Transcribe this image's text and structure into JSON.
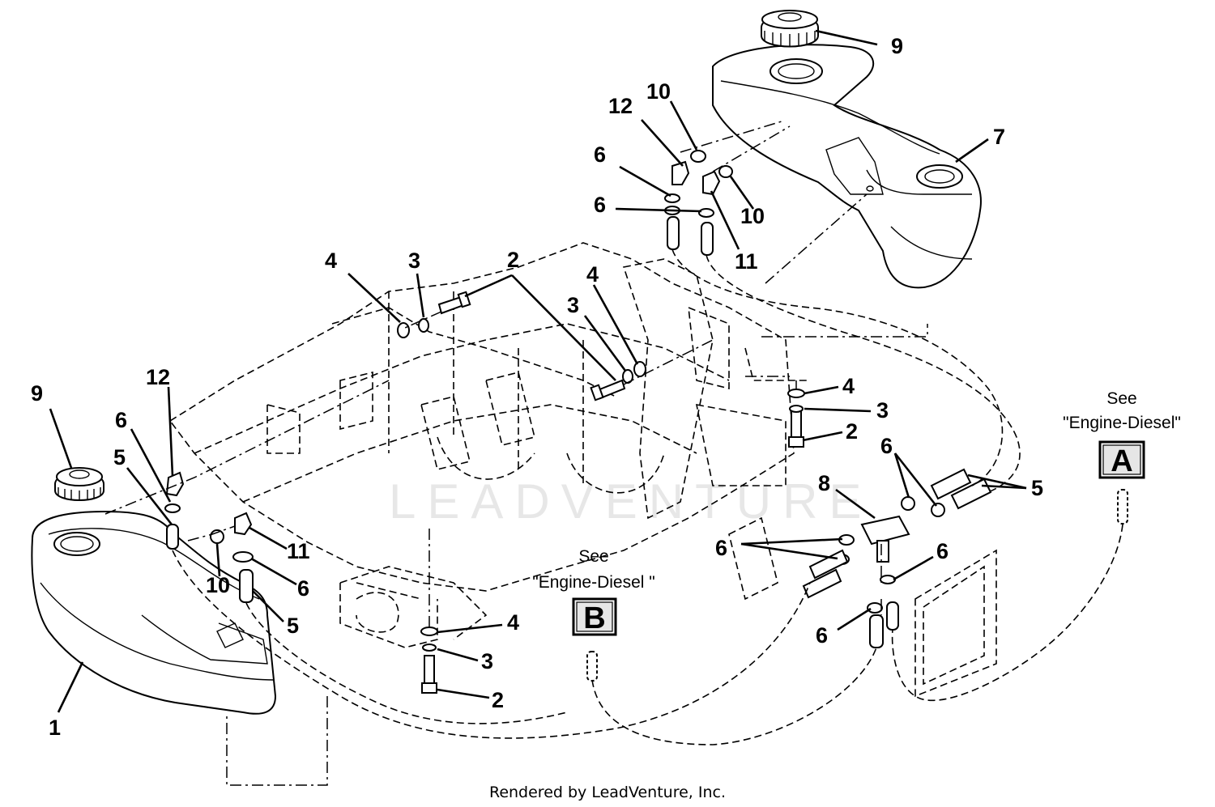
{
  "callouts": {
    "c1": "1",
    "c2a": "2",
    "c2b": "2",
    "c2c": "2",
    "c3a": "3",
    "c3b": "3",
    "c3c": "3",
    "c3d": "3",
    "c4a": "4",
    "c4b": "4",
    "c4c": "4",
    "c4d": "4",
    "c5a": "5",
    "c5b": "5",
    "c5c": "5",
    "c6a": "6",
    "c6b": "6",
    "c6c": "6",
    "c6d": "6",
    "c6e": "6",
    "c6f": "6",
    "c6g": "6",
    "c6h": "6",
    "c7": "7",
    "c8": "8",
    "c9a": "9",
    "c9b": "9",
    "c10a": "10",
    "c10b": "10",
    "c10c": "10",
    "c11a": "11",
    "c11b": "11",
    "c12a": "12",
    "c12b": "12"
  },
  "references": {
    "a": {
      "see": "See",
      "target": "\"Engine-Diesel\"",
      "letter": "A"
    },
    "b": {
      "see": "See",
      "target": "\"Engine-Diesel \"",
      "letter": "B"
    }
  },
  "watermark": "LEADVENTURE",
  "footer": "Rendered by LeadVenture, Inc."
}
